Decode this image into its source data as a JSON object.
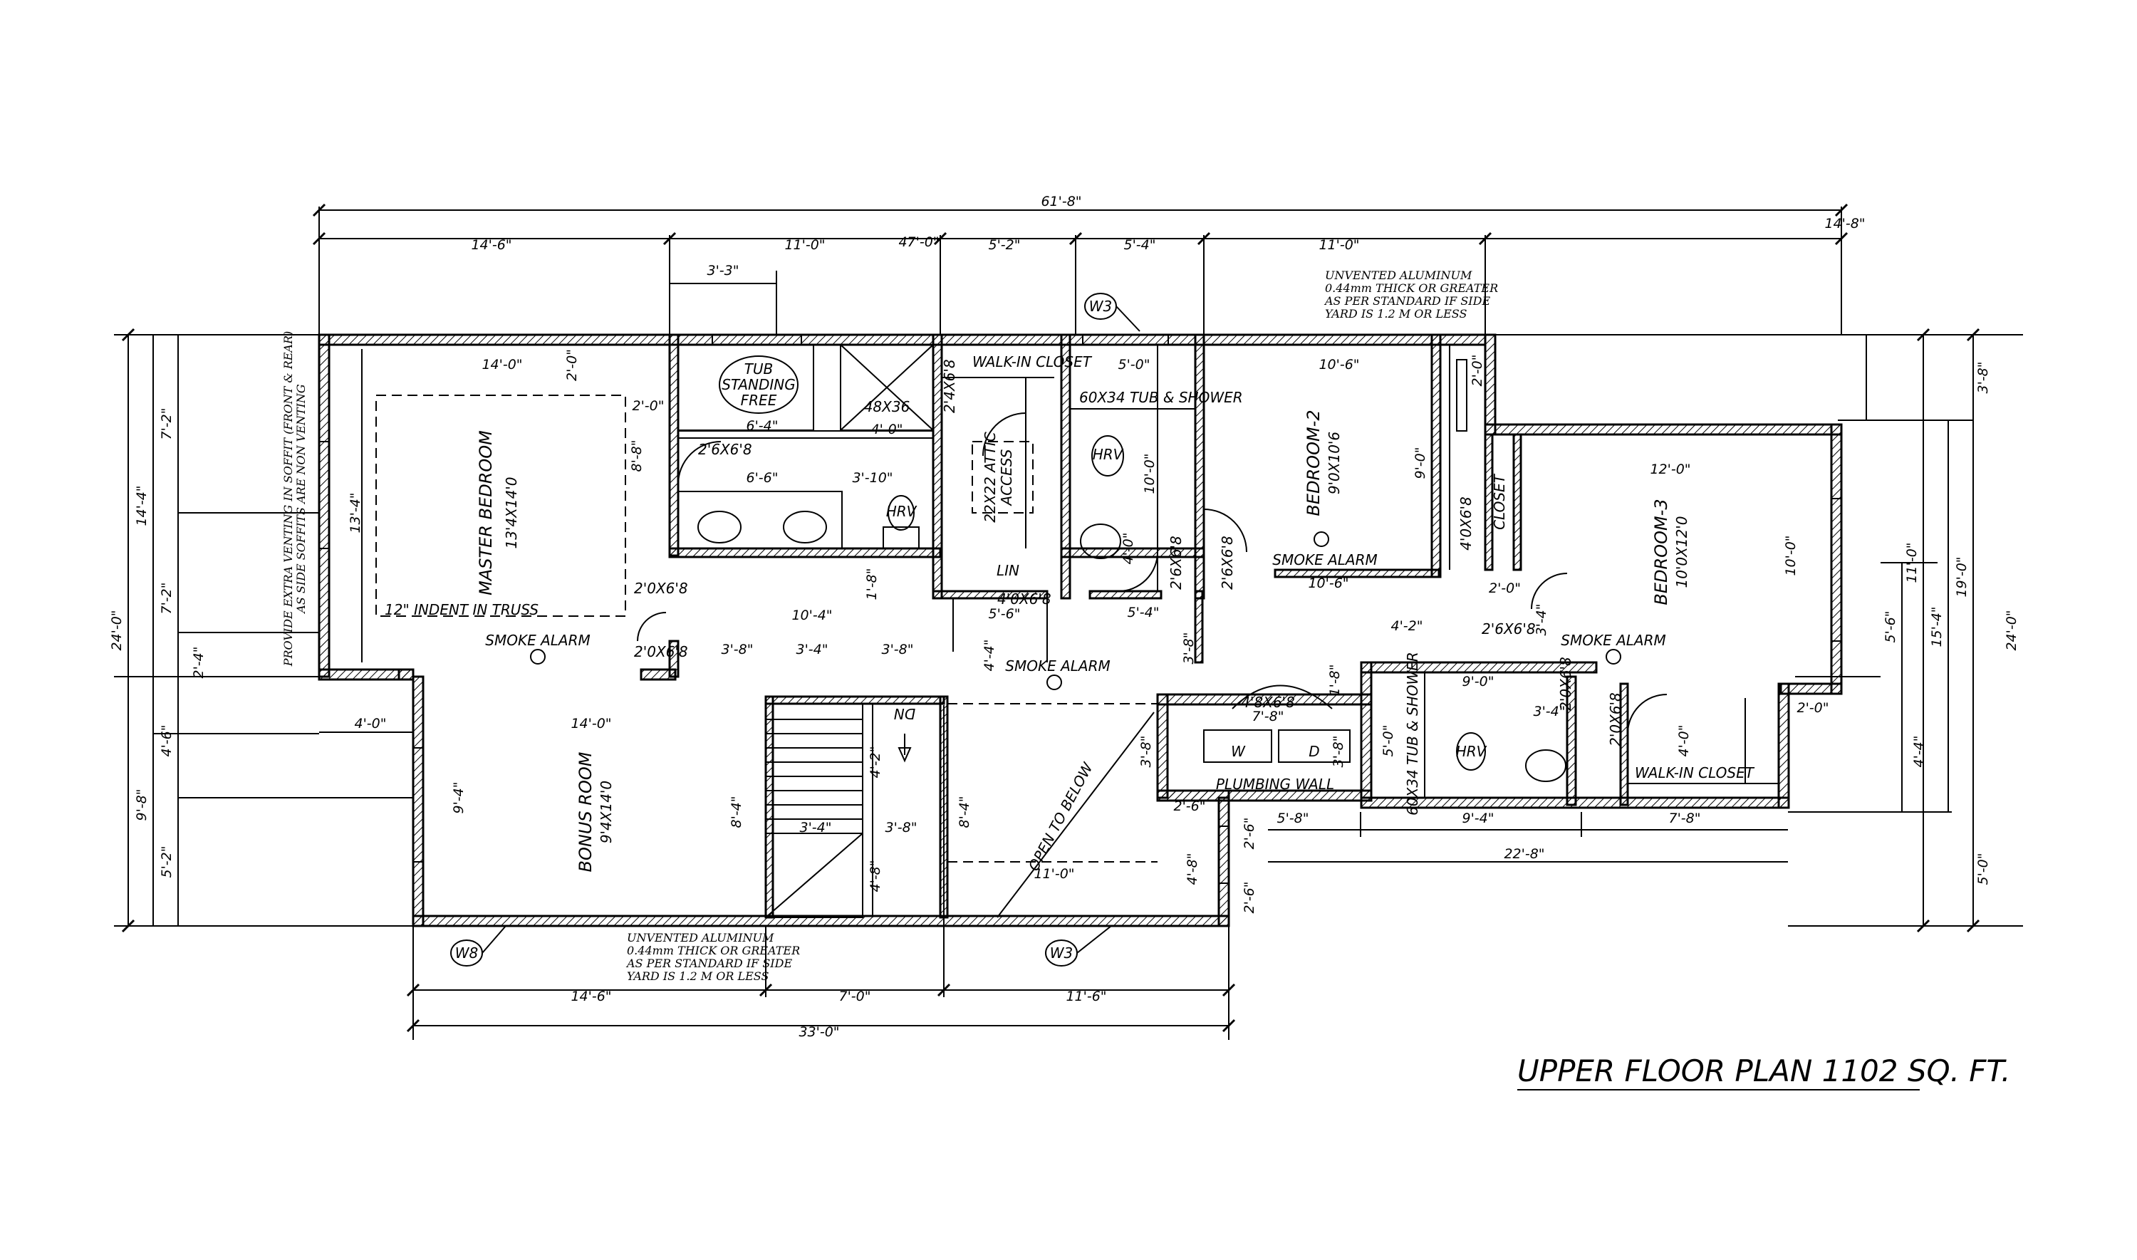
{
  "title": "UPPER FLOOR PLAN 1102 SQ. FT.",
  "rooms": {
    "master": {
      "name": "MASTER BEDROOM",
      "size": "13'4X14'0"
    },
    "bonus": {
      "name": "BONUS ROOM",
      "size": "9'4X14'0"
    },
    "bed2": {
      "name": "BEDROOM-2",
      "size": "9'0X10'6"
    },
    "bed3": {
      "name": "BEDROOM-3",
      "size": "10'0X12'0"
    }
  },
  "labels": {
    "tub_free": [
      "TUB",
      "STANDING",
      "FREE"
    ],
    "shower": "48X36",
    "attic": [
      "22X22 ATTIC",
      "ACCESS"
    ],
    "walkin1": "WALK-IN CLOSET",
    "walkin2": "WALK-IN CLOSET",
    "tub_shower1": "60X34 TUB & SHOWER",
    "tub_shower2": "60X34 TUB & SHOWER",
    "lin": "LIN",
    "closet": "CLOSET",
    "hrv": "HRV",
    "plumbing_wall": "PLUMBING WALL",
    "smoke": "SMOKE ALARM",
    "open_below": "OPEN TO BELOW",
    "dn": "DN",
    "indent": "12\" INDENT IN TRUSS",
    "w": "W",
    "d": "D",
    "w3": "W3",
    "w8": "W8",
    "soffit_note": [
      "PROVIDE EXTRA VENTING IN SOFFIT (FRONT & REAR)",
      "AS SIDE SOFFITS ARE NON VENTING"
    ],
    "alum_note": [
      "UNVENTED ALUMINUM",
      "0.44mm THICK OR GREATER",
      "AS PER STANDARD IF SIDE",
      "YARD IS 1.2 M OR LESS"
    ]
  },
  "doors": {
    "d_2_6x6_8": "2'6X6'8",
    "d_2_4x6_8": "2'4X6'8",
    "d_2_0x6_8": "2'0X6'8",
    "d_4_0x6_8": "4'0X6'8",
    "d_4_8x6_8": "4'8X6'8"
  },
  "dims": {
    "overall": "61'-8\"",
    "top_right": "14'-8\"",
    "top_a": "14'-6\"",
    "top_b": "11'-0\"",
    "top_c": "47'-0\"",
    "top_d": "5'-2\"",
    "top_e": "5'-4\"",
    "top_f": "11'-0\"",
    "d_3_3": "3'-3\"",
    "d_14_0": "14'-0\"",
    "d_2_0": "2'-0\"",
    "d_8_8": "8'-8\"",
    "d_6_4": "6'-4\"",
    "d_4_0": "4'-0\"",
    "d_6_6": "6'-6\"",
    "d_3_10": "3'-10\"",
    "d_5_0": "5'-0\"",
    "d_10_0": "10'-0\"",
    "d_10_6": "10'-6\"",
    "d_9_0": "9'-0\"",
    "d_12_0": "12'-0\"",
    "d_3_8": "3'-8\"",
    "d_13_4": "13'-4\"",
    "d_10_4": "10'-4\"",
    "d_1_8": "1'-8\"",
    "d_5_6": "5'-6\"",
    "d_5_4": "5'-4\"",
    "d_4_2": "4'-2\"",
    "d_3_4": "3'-4\"",
    "d_7_8": "7'-8\"",
    "d_9_4": "9'-4\"",
    "d_22_8": "22'-8\"",
    "d_2_6": "2'-6\"",
    "d_4_8": "4'-8\"",
    "d_8_4": "8'-4\"",
    "d_11_0": "11'-0\"",
    "d_14_6": "14'-6\"",
    "d_7_0": "7'-0\"",
    "d_11_6": "11'-6\"",
    "d_33_0": "33'-0\"",
    "left_24": "24'-0\"",
    "left_14_4": "14'-4\"",
    "left_7_2a": "7'-2\"",
    "left_7_2b": "7'-2\"",
    "left_2_4": "2'-4\"",
    "left_4_6": "4'-6\"",
    "left_9_8": "9'-8\"",
    "left_5_2": "5'-2\"",
    "right_24": "24'-0\"",
    "right_19": "19'-0\"",
    "right_15_4": "15'-4\"",
    "right_11_0": "11'-0\"",
    "right_5_6": "5'-6\"",
    "right_3_8": "3'-8\"",
    "right_4_4": "4'-4\"",
    "right_5_0": "5'-0\"",
    "d_5_8": "5'-8\"",
    "d_4_0b": "4'-0\""
  }
}
